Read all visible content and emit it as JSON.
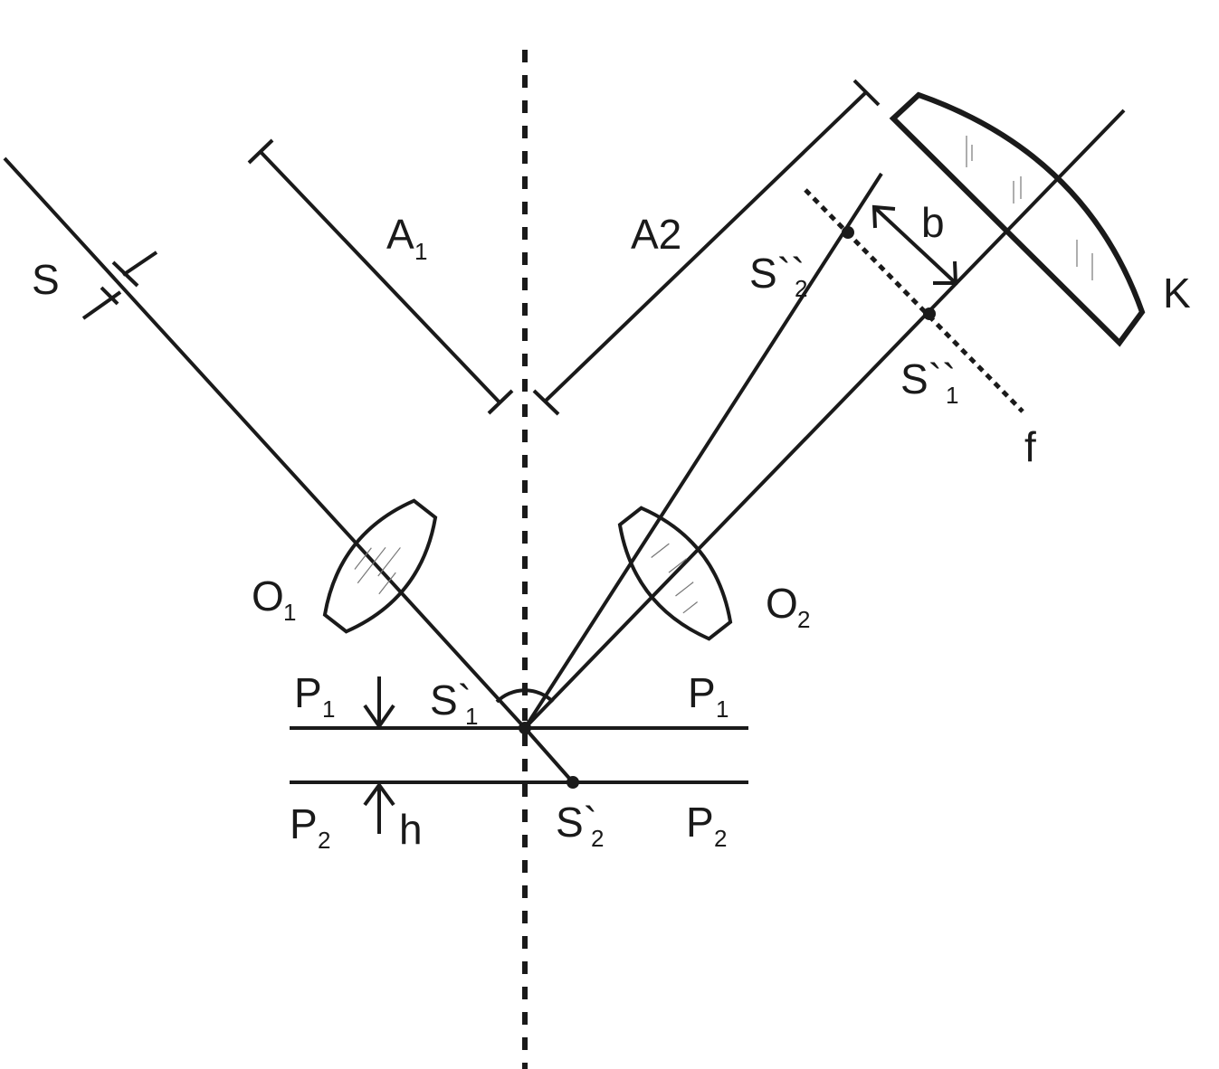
{
  "labels": {
    "S": "S",
    "A1": "A",
    "A1_sub": "1",
    "A2": "A2",
    "S2pp": "S``",
    "S2pp_sub": "2",
    "b": "b",
    "K": "K",
    "S1pp": "S``",
    "S1pp_sub": "1",
    "f": "f",
    "O1": "O",
    "O1_sub": "1",
    "O2": "O",
    "O2_sub": "2",
    "P1_left": "P",
    "P1_left_sub": "1",
    "S1p": "S`",
    "S1p_sub": "1",
    "P1_right": "P",
    "P1_right_sub": "1",
    "P2_left": "P",
    "P2_left_sub": "2",
    "h": "h",
    "S2p": "S`",
    "S2p_sub": "2",
    "P2_right": "P",
    "P2_right_sub": "2"
  }
}
